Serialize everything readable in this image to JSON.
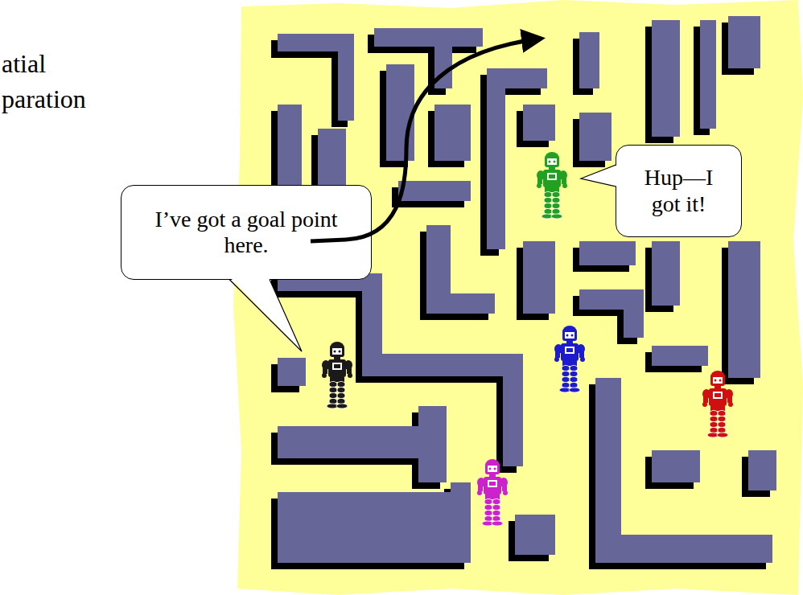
{
  "diagram": {
    "nodes": [
      {
        "text": [
          "I’ve got a goal point here."
        ]
      },
      {
        "text": [
          "Hup—I got it!"
        ]
      }
    ],
    "labels": [
      "atial",
      "paration"
    ]
  }
}
